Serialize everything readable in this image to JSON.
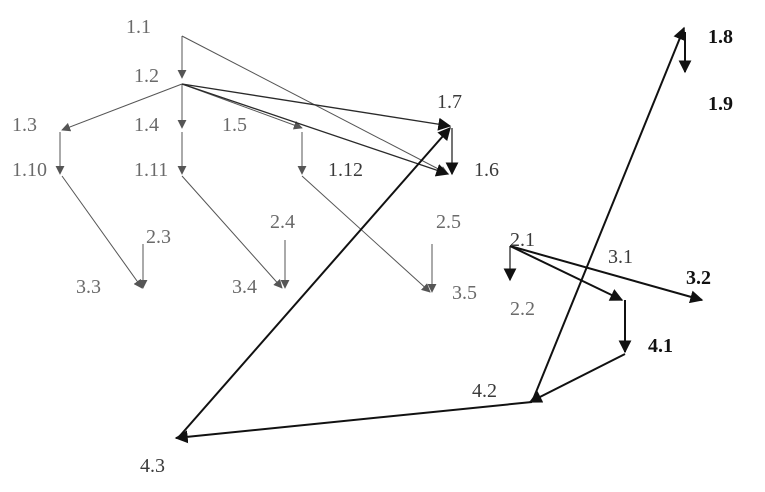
{
  "colors": {
    "background": "#ffffff",
    "light_edge": "#555555",
    "dark_edge": "#111111"
  },
  "nodes": {
    "n1_1": "1.1",
    "n1_2": "1.2",
    "n1_3": "1.3",
    "n1_4": "1.4",
    "n1_5": "1.5",
    "n1_6": "1.6",
    "n1_7": "1.7",
    "n1_8": "1.8",
    "n1_9": "1.9",
    "n1_10": "1.10",
    "n1_11": "1.11",
    "n1_12": "1.12",
    "n2_1": "2.1",
    "n2_2": "2.2",
    "n2_3": "2.3",
    "n2_4": "2.4",
    "n2_5": "2.5",
    "n3_1": "3.1",
    "n3_2": "3.2",
    "n3_3": "3.3",
    "n3_4": "3.4",
    "n3_5": "3.5",
    "n4_1": "4.1",
    "n4_2": "4.2",
    "n4_3": "4.3"
  }
}
